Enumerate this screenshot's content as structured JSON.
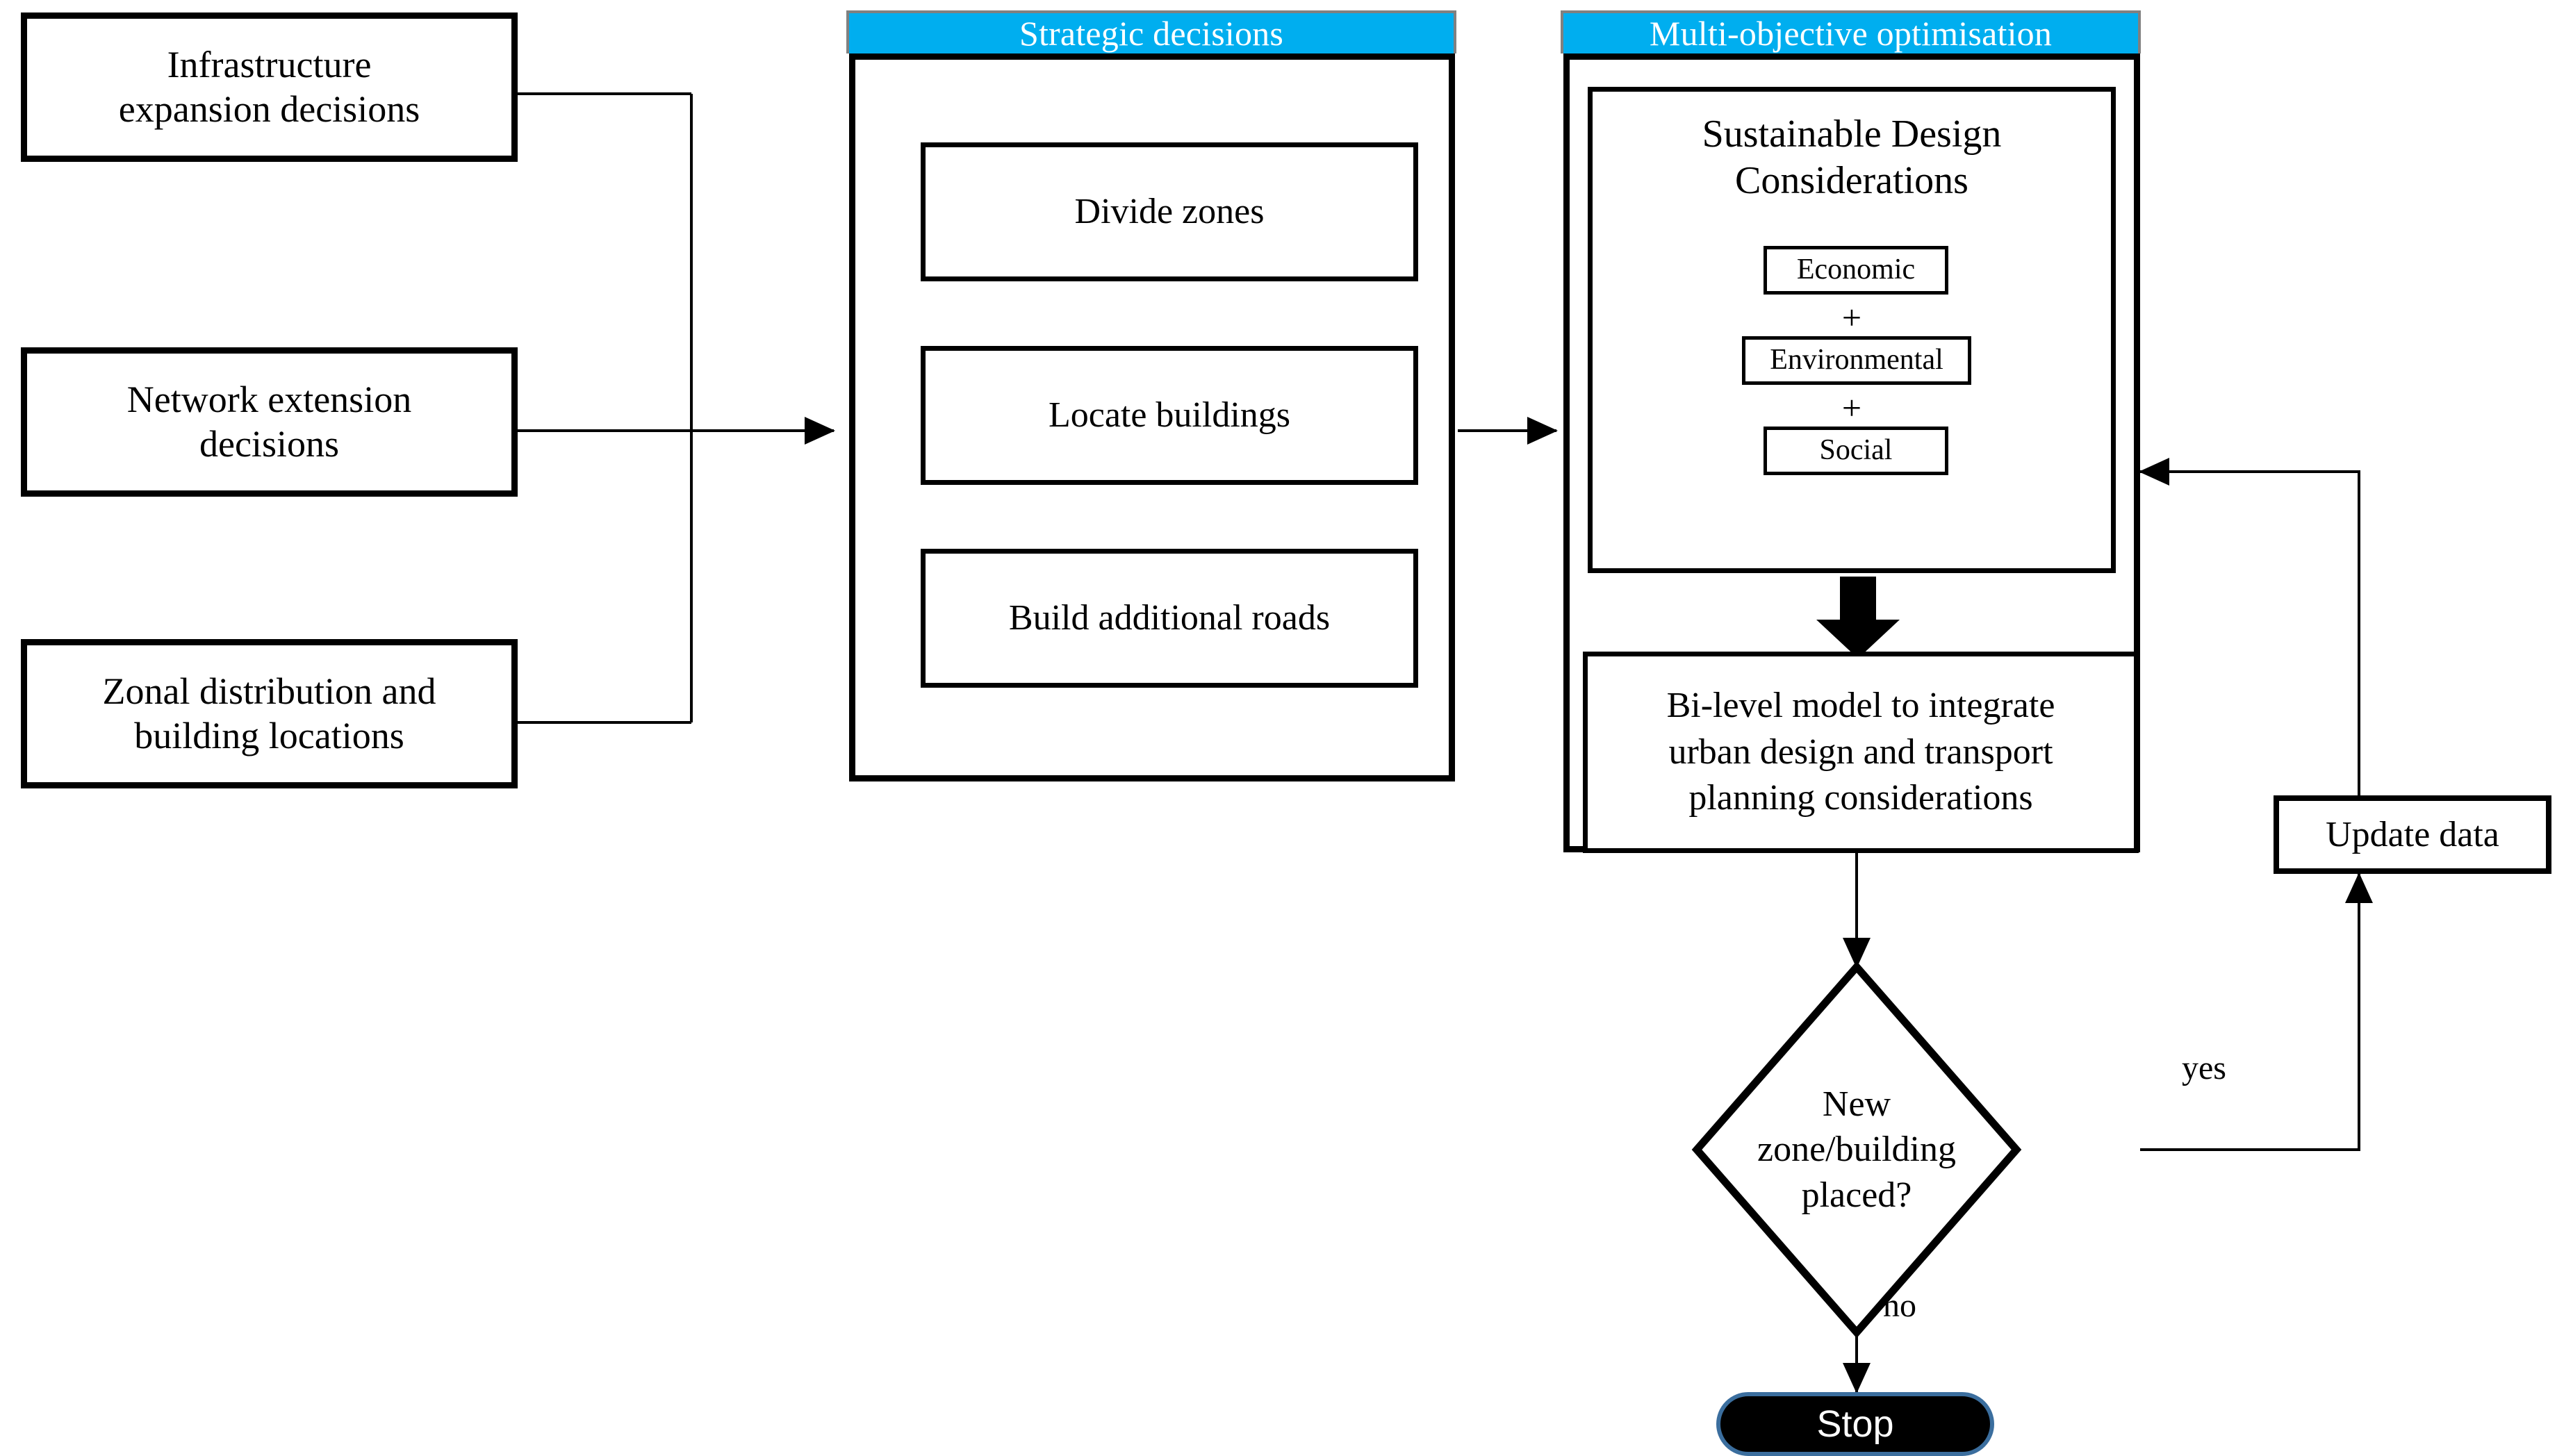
{
  "diagram": {
    "title": "Integrated urban design and transport planning optimisation flowchart",
    "accent_color": "#00AEEF",
    "header_border_color": "#808080",
    "stop_fill": "#000000",
    "stop_border": "#3B6E9E"
  },
  "inputs": [
    {
      "id": "infrastructure",
      "line1": "Infrastructure",
      "line2": "expansion decisions"
    },
    {
      "id": "network",
      "line1": "Network extension",
      "line2": "decisions"
    },
    {
      "id": "zonal",
      "line1": "Zonal distribution and",
      "line2": "building locations"
    }
  ],
  "strategic_panel": {
    "header": "Strategic decisions",
    "items": [
      {
        "label": "Divide zones"
      },
      {
        "label": "Locate buildings"
      },
      {
        "label": "Build additional roads"
      }
    ]
  },
  "optimisation_panel": {
    "header": "Multi-objective optimisation",
    "sdc": {
      "title_line1": "Sustainable Design",
      "title_line2": "Considerations",
      "pillars": [
        {
          "label": "Economic"
        },
        {
          "label": "Environmental"
        },
        {
          "label": "Social"
        }
      ],
      "operator": "+"
    },
    "model": {
      "line1": "Bi-level model to integrate",
      "line2": "urban design and transport",
      "line3": "planning considerations"
    }
  },
  "decision": {
    "line1": "New",
    "line2": "zone/building",
    "line3": "placed?",
    "yes_label": "yes",
    "no_label": "no"
  },
  "update": {
    "label": "Update data"
  },
  "terminator": {
    "label": "Stop"
  }
}
